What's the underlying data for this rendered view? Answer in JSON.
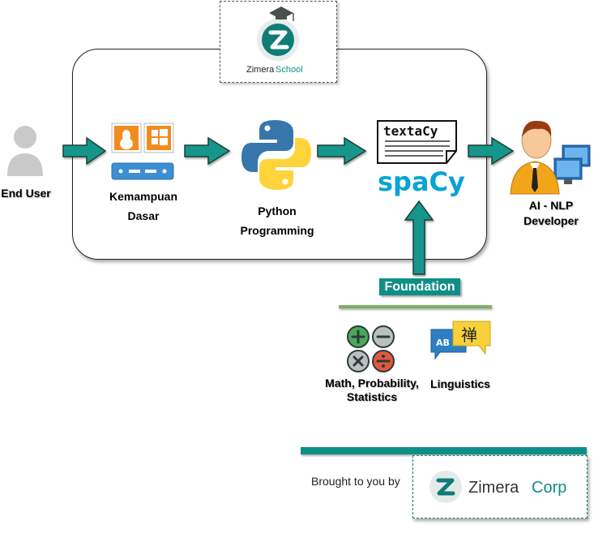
{
  "brand_school": {
    "name_part1": "Zimera",
    "name_part2": "School"
  },
  "nodes": {
    "end_user": "End User",
    "kemampuan_line1": "Kemampuan",
    "kemampuan_line2": "Dasar",
    "python_line1": "Python",
    "python_line2": "Programming",
    "textacy": "textaCy",
    "spacy": "spaCy",
    "developer_line1": "AI - NLP",
    "developer_line2": "Developer"
  },
  "foundation": {
    "label": "Foundation",
    "items": [
      {
        "line1": "Math, Probability,",
        "line2": "Statistics"
      },
      {
        "line1": "Linguistics"
      }
    ],
    "linguistics_glyphs": {
      "left": "AB",
      "right": "禅"
    }
  },
  "footer": {
    "brought_by": "Brought to you by",
    "corp_part1": "Zimera",
    "corp_part2": "Corp"
  },
  "colors": {
    "teal": "#0f8f86",
    "arrow_fill": "#14968b",
    "green_line": "#7fb068",
    "python_blue": "#3776ab",
    "python_yellow": "#ffd43b",
    "spacy_blue": "#09a3d5",
    "orange": "#f28c1e"
  }
}
